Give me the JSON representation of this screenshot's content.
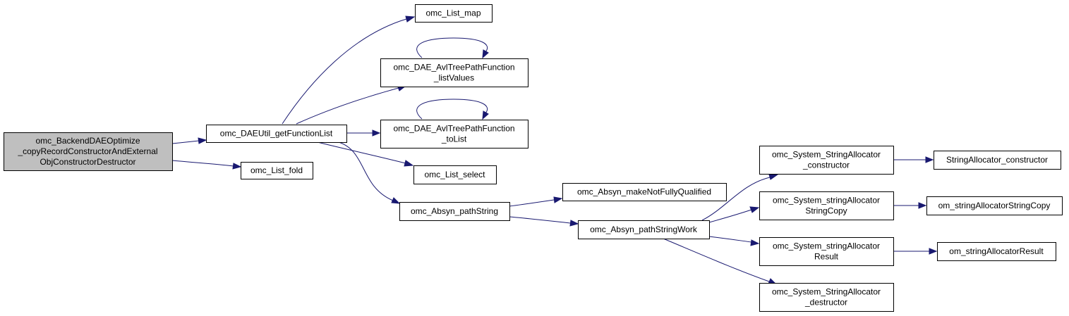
{
  "colors": {
    "node_fill": "#ffffff",
    "root_fill": "#bfbfbf",
    "edge": "#191970",
    "border": "#000000",
    "text": "#000000"
  },
  "nodes": [
    {
      "id": "root",
      "lines": [
        "omc_BackendDAEOptimize",
        "_copyRecordConstructorAndExternal",
        "ObjConstructorDestructor"
      ]
    },
    {
      "id": "getFunctionList",
      "lines": [
        "omc_DAEUtil_getFunctionList"
      ]
    },
    {
      "id": "listFold",
      "lines": [
        "omc_List_fold"
      ]
    },
    {
      "id": "listMap",
      "lines": [
        "omc_List_map"
      ]
    },
    {
      "id": "avlListValues",
      "lines": [
        "omc_DAE_AvlTreePathFunction",
        "_listValues"
      ]
    },
    {
      "id": "avlToList",
      "lines": [
        "omc_DAE_AvlTreePathFunction",
        "_toList"
      ]
    },
    {
      "id": "listSelect",
      "lines": [
        "omc_List_select"
      ]
    },
    {
      "id": "pathString",
      "lines": [
        "omc_Absyn_pathString"
      ]
    },
    {
      "id": "makeNotFullyQualified",
      "lines": [
        "omc_Absyn_makeNotFullyQualified"
      ]
    },
    {
      "id": "pathStringWork",
      "lines": [
        "omc_Absyn_pathStringWork"
      ]
    },
    {
      "id": "saConstructor",
      "lines": [
        "omc_System_StringAllocator",
        "_constructor"
      ]
    },
    {
      "id": "saStringCopy",
      "lines": [
        "omc_System_stringAllocator",
        "StringCopy"
      ]
    },
    {
      "id": "saResult",
      "lines": [
        "omc_System_stringAllocator",
        "Result"
      ]
    },
    {
      "id": "saDestructor",
      "lines": [
        "omc_System_StringAllocator",
        "_destructor"
      ]
    },
    {
      "id": "cConstructor",
      "lines": [
        "StringAllocator_constructor"
      ]
    },
    {
      "id": "cStringCopy",
      "lines": [
        "om_stringAllocatorStringCopy"
      ]
    },
    {
      "id": "cResult",
      "lines": [
        "om_stringAllocatorResult"
      ]
    }
  ]
}
